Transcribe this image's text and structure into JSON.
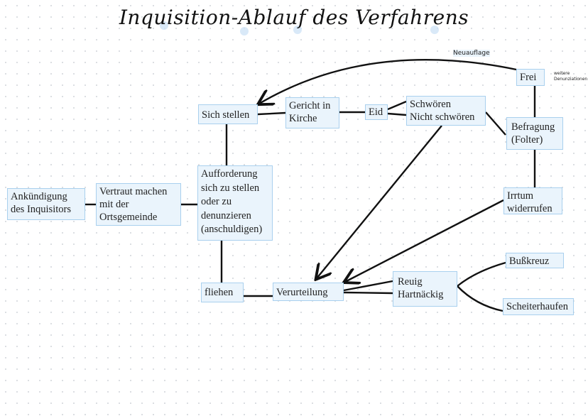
{
  "title": "Inquisition-Ablauf des Verfahrens",
  "annotations": {
    "neuauflage": "Neuauflage",
    "weitere": "weitere",
    "denunziationen": "Denunziationen"
  },
  "nodes": {
    "ankuendigung": [
      "Ankündigung",
      "des Inquisitors"
    ],
    "vertraut": [
      "Vertraut machen",
      "mit der",
      "Ortsgemeinde"
    ],
    "aufforderung": [
      "Aufforderung",
      "sich zu stellen",
      "oder zu",
      "denunzieren",
      "(anschuldigen)"
    ],
    "sich_stellen": "Sich stellen",
    "gericht": [
      "Gericht in",
      "Kirche"
    ],
    "eid": "Eid",
    "schwoeren": [
      "Schwören",
      "Nicht schwören"
    ],
    "frei": "Frei",
    "befragung": [
      "Befragung",
      "(Folter)"
    ],
    "irrtum": [
      "Irrtum",
      "widerrufen"
    ],
    "fliehen": "fliehen",
    "verurteilung": "Verurteilung",
    "reuig": [
      "Reuig",
      "Hartnäckig"
    ],
    "busskreuz": "Bußkreuz",
    "scheiterhaufen": "Scheiterhaufen"
  }
}
